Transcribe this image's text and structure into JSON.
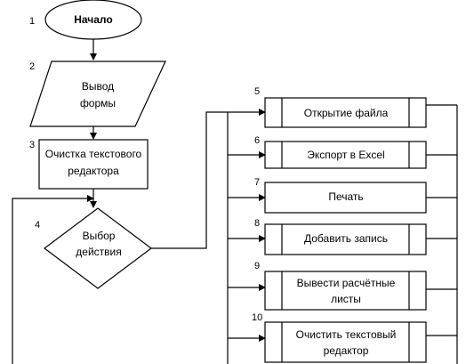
{
  "nodes": {
    "n1": {
      "number": "1",
      "label": "Начало"
    },
    "n2": {
      "number": "2",
      "line1": "Вывод",
      "line2": "формы"
    },
    "n3": {
      "number": "3",
      "line1": "Очистка текстового",
      "line2": "редактора"
    },
    "n4": {
      "number": "4",
      "line1": "Выбор",
      "line2": "действия"
    },
    "n5": {
      "number": "5",
      "label": "Открытие файла"
    },
    "n6": {
      "number": "6",
      "label": "Экспорт в Excel"
    },
    "n7": {
      "number": "7",
      "label": "Печать"
    },
    "n8": {
      "number": "8",
      "label": "Добавить запись"
    },
    "n9": {
      "number": "9",
      "line1": "Вывести расчётные",
      "line2": "листы"
    },
    "n10": {
      "number": "10",
      "line1": "Очистить текстовый",
      "line2": "редактор"
    }
  }
}
